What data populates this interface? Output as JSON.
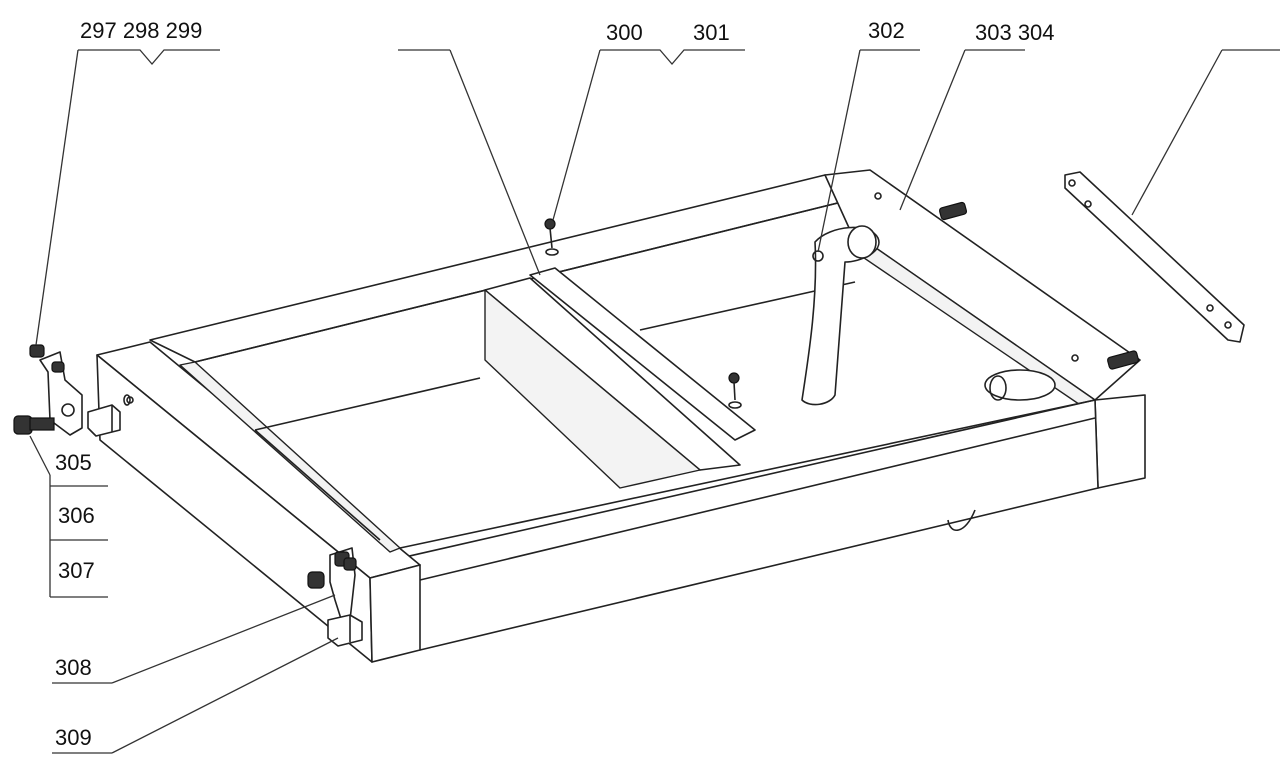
{
  "labels": {
    "l297": "297 298 299",
    "l300": "300",
    "l301": "301",
    "l302": "302",
    "l303": "303 304",
    "l305": "305",
    "l306": "306",
    "l307": "307",
    "l308": "308",
    "l309": "309"
  }
}
